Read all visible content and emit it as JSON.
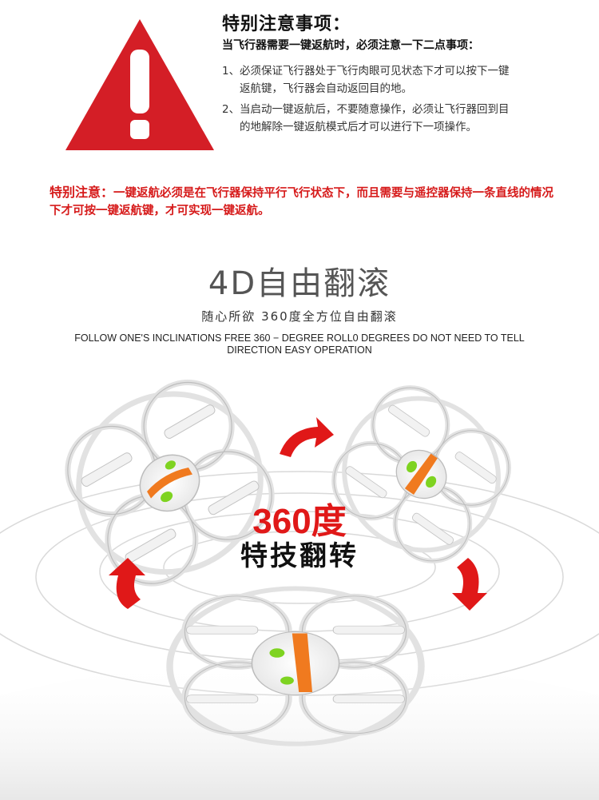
{
  "notice": {
    "title": "特别注意事项：",
    "subtitle": "当飞行器需要一键返航时，必须注意一下二点事项：",
    "items": [
      {
        "num": "1、",
        "text": "必须保证飞行器处于飞行肉眼可见状态下才可以按下一键返航键，飞行器会自动返回目的地。"
      },
      {
        "num": "2、",
        "text": "当启动一键返航后，不要随意操作，必须让飞行器回到目的地解除一键返航模式后才可以进行下一项操作。"
      }
    ]
  },
  "special": {
    "label": "特别注意：",
    "text": "一键返航必须是在飞行器保持平行飞行状态下，而且需要与遥控器保持一条直线的情况下才可按一键返航键，才可实现一键返航。"
  },
  "feature": {
    "title": "4D自由翻滚",
    "subtitle": "随心所欲 360度全方位自由翻滚",
    "english": "FOLLOW ONE'S INCLINATIONS FREE 360 − DEGREE ROLL0 DEGREES DO NOT NEED TO TELL DIRECTION EASY OPERATION",
    "big_red": "360度",
    "big_black": "特技翻转"
  },
  "colors": {
    "warning_red": "#d41e26",
    "accent_red": "#e01818",
    "drone_orange": "#f07a1f",
    "drone_green": "#7ed321"
  },
  "icons": {
    "warning": "warning-triangle-icon",
    "arrows": "rotate-arrow-icon"
  }
}
